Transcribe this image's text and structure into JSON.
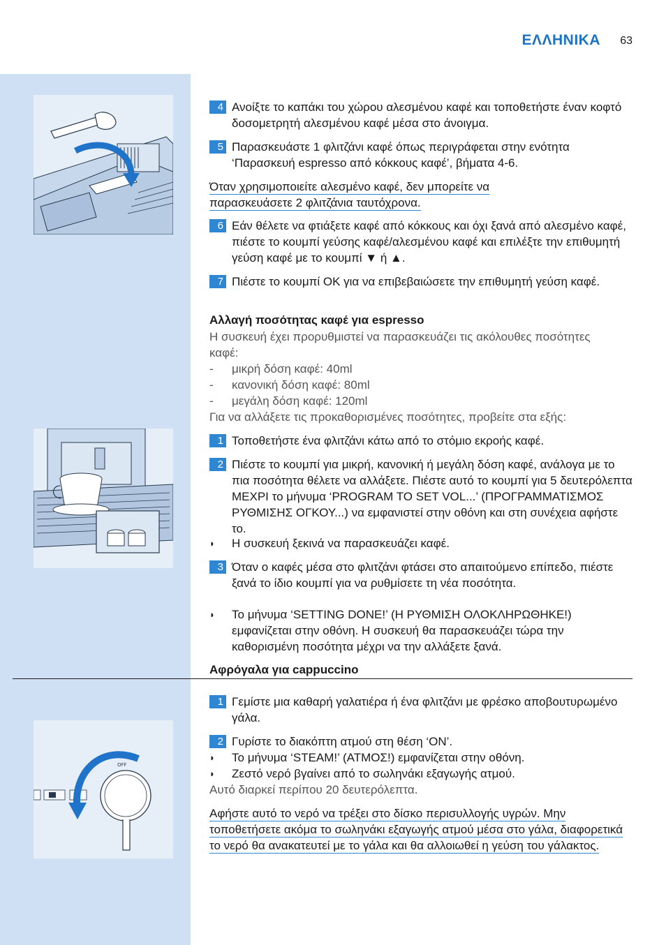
{
  "header": {
    "language": "ΕΛΛΗΝΙΚΑ",
    "page_number": "63"
  },
  "section1": {
    "steps": [
      {
        "num": "4",
        "text": "Ανοίξτε το καπάκι του χώρου αλεσμένου καφέ και τοποθετήστε έναν κοφτό δοσομετρητή αλεσμένου καφέ μέσα στο άνοιγμα."
      },
      {
        "num": "5",
        "text": "Παρασκευάστε 1 φλιτζάνι καφέ όπως περιγράφεται στην ενότητα ‘Παρασκευή espresso από κόκκους καφέ’, βήματα 4-6."
      }
    ],
    "note": "Όταν χρησιμοποιείτε αλεσμένο καφέ, δεν μπορείτε να παρασκευάσετε 2 φλιτζάνια ταυτόχρονα.",
    "steps2": [
      {
        "num": "6",
        "text": "Εάν θέλετε να φτιάξετε καφέ από κόκκους και όχι ξανά από αλεσμένο καφέ, πιέστε το κουμπί γεύσης καφέ/αλεσμένου καφέ και επιλέξτε την επιθυμητή γεύση καφέ με το κουμπί ▼ ή ▲."
      },
      {
        "num": "7",
        "text": "Πιέστε το κουμπί OK για να επιβεβαιώσετε την επιθυμητή γεύση καφέ."
      }
    ]
  },
  "section2": {
    "heading": "Αλλαγή ποσότητας καφέ για espresso",
    "intro": " Η συσκευή έχει προρυθμιστεί να παρασκευάζει τις ακόλουθες ποσότητες καφέ:",
    "list": [
      {
        "dash": "-",
        "text": "μικρή δόση καφέ: 40ml"
      },
      {
        "dash": "-",
        "text": "κανονική δόση καφέ: 80ml"
      },
      {
        "dash": "-",
        "text": "μεγάλη δόση καφέ: 120ml"
      }
    ],
    "outro": "Για να αλλάξετε τις προκαθορισμένες ποσότητες, προβείτε στα εξής:",
    "steps": [
      {
        "num": "1",
        "text": "Τοποθετήστε ένα φλιτζάνι κάτω από το στόμιο εκροής καφέ."
      },
      {
        "num": "2",
        "text": "Πιέστε το κουμπί για μικρή, κανονική ή μεγάλη δόση καφέ, ανάλογα με το πια ποσότητα θέλετε να αλλάξετε. Πιέστε αυτό το κουμπί για 5 δευτερόλεπτα ΜΕΧΡΙ το μήνυμα ‘PROGRAM TO SET VOL...’ (ΠΡΟΓΡΑΜΜΑΤΙΣΜΟΣ ΡΥΘΜΙΣΗΣ ΟΓΚΟΥ...) να εμφανιστεί στην οθόνη και στη συνέχεια αφήστε το."
      },
      {
        "num": "3",
        "text": "Όταν ο καφές μέσα στο φλιτζάνι φτάσει στο απαιτούμενο επίπεδο, πιέστε ξανά το ίδιο κουμπί για να ρυθμίσετε τη νέα ποσότητα."
      }
    ],
    "result1": "Η συσκευή ξεκινά να παρασκευάζει καφέ.",
    "result2": "Το μήνυμα ‘SETTING DONE!’ (Η ΡΥΘΜΙΣΗ ΟΛΟΚΛΗΡΩΘΗΚΕ!) εμφανίζεται στην οθόνη. Η συσκευή θα παρασκευάζει τώρα την καθορισμένη ποσότητα μέχρι να την αλλάξετε ξανά."
  },
  "section3": {
    "heading": "Αφρόγαλα για cappuccino",
    "steps": [
      {
        "num": "1",
        "text": "Γεμίστε μια καθαρή γαλατιέρα ή ένα φλιτζάνι με φρέσκο αποβουτυρωμένο γάλα."
      },
      {
        "num": "2",
        "text": "Γυρίστε το διακόπτη ατμού στη θέση ‘ON’."
      }
    ],
    "result1": "Το μήνυμα ‘STEAM!’ (ΑΤΜΟΣ!) εμφανίζεται στην οθόνη.",
    "result2": "Ζεστό νερό βγαίνει από το σωληνάκι εξαγωγής ατμού.",
    "plain": "Αυτό διαρκεί περίπου 20 δευτερόλεπτα.",
    "note": "Αφήστε αυτό το νερό να τρέξει στο δίσκο περισυλλογής υγρών. Μην τοποθετήσετε ακόμα το σωληνάκι εξαγωγής ατμού μέσα στο γάλα, διαφορετικά το νερό θα ανακατευτεί με το γάλα και θα αλλοιωθεί η γεύση του γάλακτος.",
    "dial_label": "OFF"
  },
  "colors": {
    "accent": "#2f86d3",
    "sidebar": "#cfe0f4"
  }
}
